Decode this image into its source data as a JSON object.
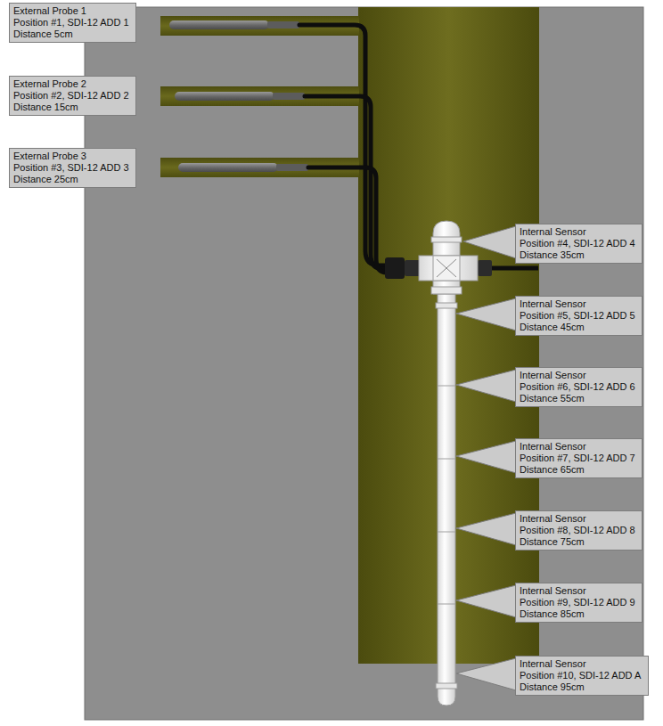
{
  "diagram": {
    "nodes": [
      {
        "text": [
          "External Probe 1",
          "Position #1, SDI-12 ADD 1",
          "Distance 5cm"
        ]
      },
      {
        "text": [
          "External Probe 2",
          "Position #2, SDI-12 ADD 2",
          "Distance 15cm"
        ]
      },
      {
        "text": [
          "External Probe 3",
          "Position #3, SDI-12 ADD 3",
          "Distance 25cm"
        ]
      },
      {
        "text": [
          "Internal Sensor",
          "Position #4, SDI-12 ADD 4",
          "Distance 35cm"
        ]
      },
      {
        "text": [
          "Internal Sensor",
          "Position #5, SDI-12 ADD 5",
          "Distance 45cm"
        ]
      },
      {
        "text": [
          "Internal Sensor",
          "Position #6, SDI-12 ADD 6",
          "Distance 55cm"
        ]
      },
      {
        "text": [
          "Internal Sensor",
          "Position #7, SDI-12 ADD 7",
          "Distance 65cm"
        ]
      },
      {
        "text": [
          "Internal Sensor",
          "Position #8, SDI-12 ADD 8",
          "Distance 75cm"
        ]
      },
      {
        "text": [
          "Internal Sensor",
          "Position #9, SDI-12 ADD 9",
          "Distance 85cm"
        ]
      },
      {
        "text": [
          "Internal Sensor",
          "Position #10, SDI-12 ADD A",
          "Distance 95cm"
        ]
      }
    ]
  }
}
